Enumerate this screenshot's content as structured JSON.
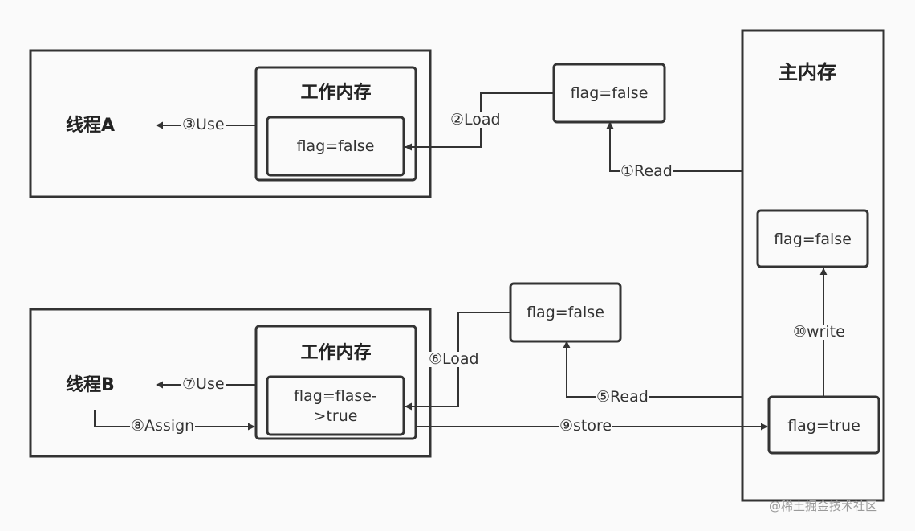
{
  "main_memory": {
    "title": "主内存",
    "box_a": "flag=false",
    "box_b": "flag=true"
  },
  "thread_a": {
    "title": "线程A",
    "work_memory_title": "工作内存",
    "work_value": "flag=false",
    "read_copy": "flag=false",
    "steps": {
      "read": "①Read",
      "load": "②Load",
      "use": "③Use"
    }
  },
  "thread_b": {
    "title": "线程B",
    "work_memory_title": "工作内存",
    "work_value_line1": "flag=flase-",
    "work_value_line2": ">true",
    "read_copy": "flag=false",
    "steps": {
      "read": "⑤Read",
      "load": "⑥Load",
      "use": "⑦Use",
      "assign": "⑧Assign",
      "store": "⑨store",
      "write": "⑩write"
    }
  },
  "watermark": "@稀土掘金技术社区",
  "colors": {
    "line": "#333333",
    "background": "#fafafa"
  }
}
